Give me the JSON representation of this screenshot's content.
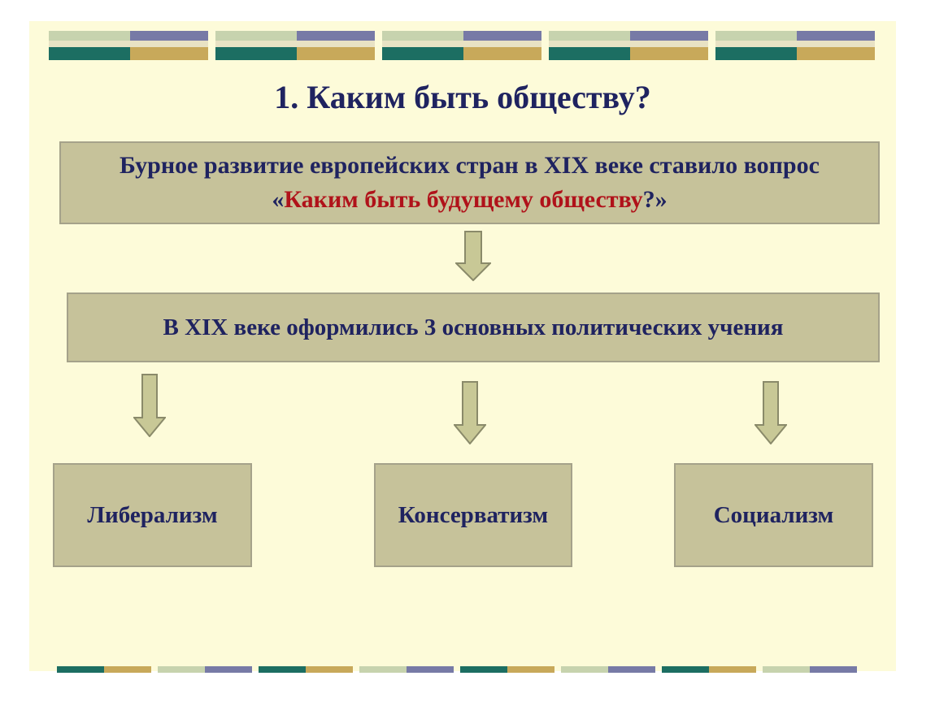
{
  "title": "1. Каким быть обществу?",
  "intro_box": {
    "text_before": "Бурное развитие европейских стран в XIX веке ставило вопрос «",
    "highlight": "Каким быть будущему обществу",
    "text_after": "?»"
  },
  "middle_box": {
    "text": "В XIX веке оформились 3 основных политических учения"
  },
  "teachings": [
    {
      "label": "Либерализм"
    },
    {
      "label": "Консерватизм"
    },
    {
      "label": "Социализм"
    }
  ],
  "colors": {
    "title_text": "#1f2360",
    "highlight_text": "#b0121a",
    "box_fill": "#c6c29a",
    "slide_background": "#fdfbd9",
    "arrow_fill": "#c8c896"
  }
}
